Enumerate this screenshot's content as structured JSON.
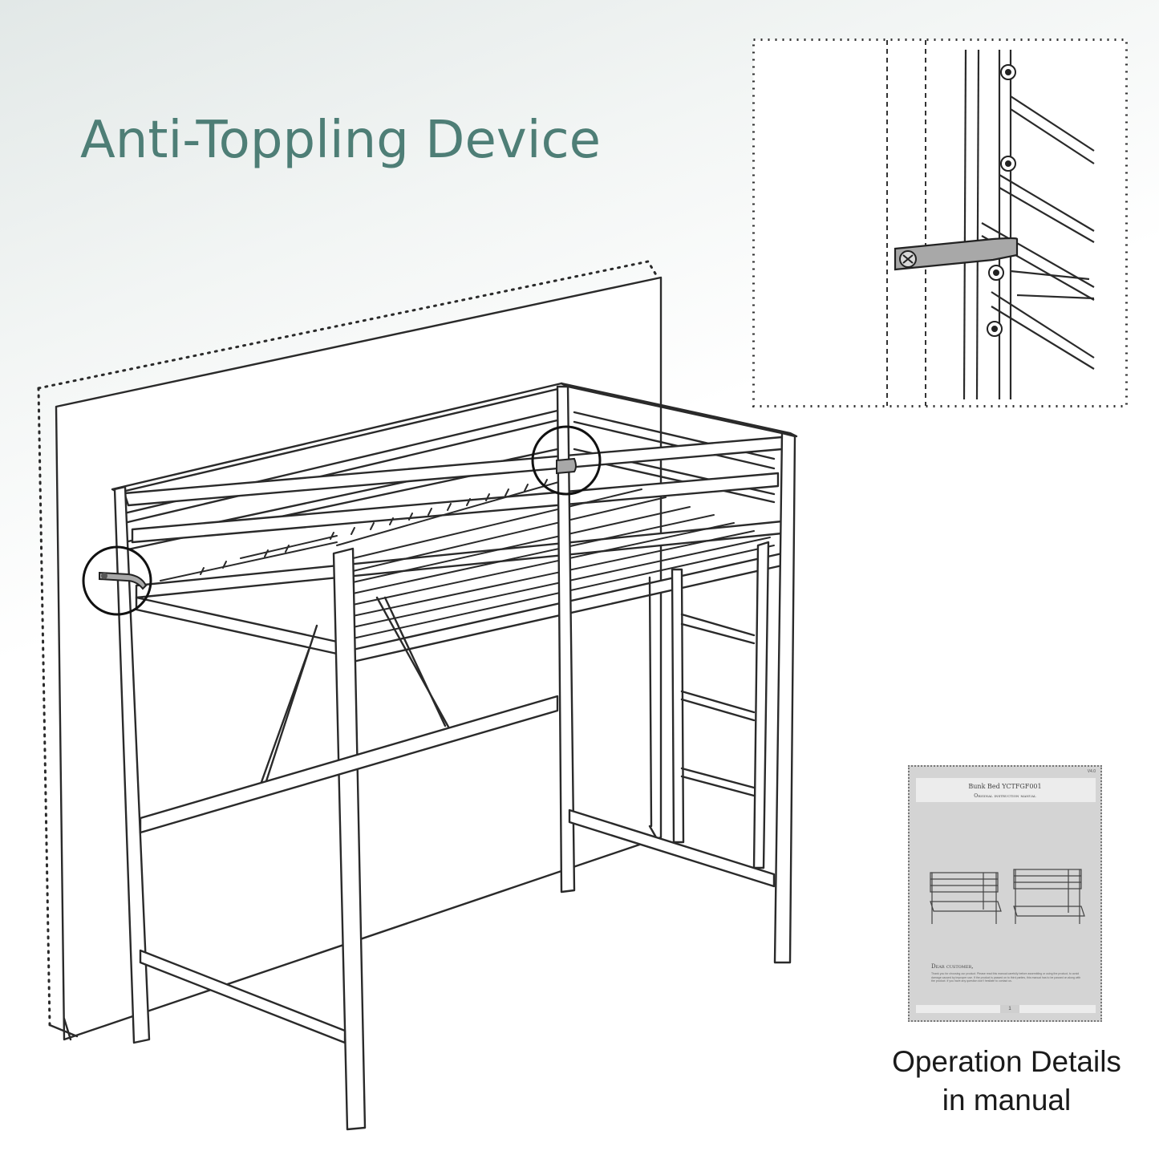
{
  "title": "Anti-Toppling Device",
  "manual": {
    "version": "V4.0",
    "title": "Bunk Bed YCTFGF001",
    "subtitle": "Original instruction manual",
    "greeting": "Dear customer,",
    "body": "Thank you for choosing our product. Please read this manual carefully before assembling or using the product, to avoid damage caused by improper use. If the product is passed on to third parties, this manual has to be passed on along with the product. If you have any question don't hesitate to contact us.",
    "page_number": "1"
  },
  "caption": {
    "line1": "Operation Details",
    "line2": "in manual"
  },
  "colors": {
    "title": "#4e7e76",
    "line": "#2a2a2a",
    "wall_fill": "#ffffff",
    "strap": "#a8a8a8"
  },
  "icons": {
    "callout_left": "magnifier-circle-icon",
    "callout_top": "magnifier-circle-icon",
    "strap": "anti-toppling-strap-icon"
  }
}
